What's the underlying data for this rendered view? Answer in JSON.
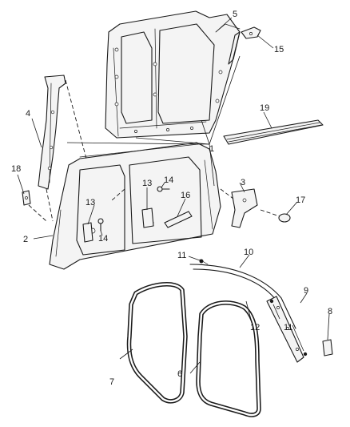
{
  "diagram": {
    "callouts": {
      "c1": "1",
      "c2": "2",
      "c3": "3",
      "c4": "4",
      "c5": "5",
      "c6": "6",
      "c7": "7",
      "c8": "8",
      "c9": "9",
      "c10": "10",
      "c11a": "11",
      "c11b": "11",
      "c12": "12",
      "c13a": "13",
      "c13b": "13",
      "c14a": "14",
      "c14b": "14",
      "c15": "15",
      "c16": "16",
      "c17": "17",
      "c18": "18",
      "c19": "19"
    }
  }
}
